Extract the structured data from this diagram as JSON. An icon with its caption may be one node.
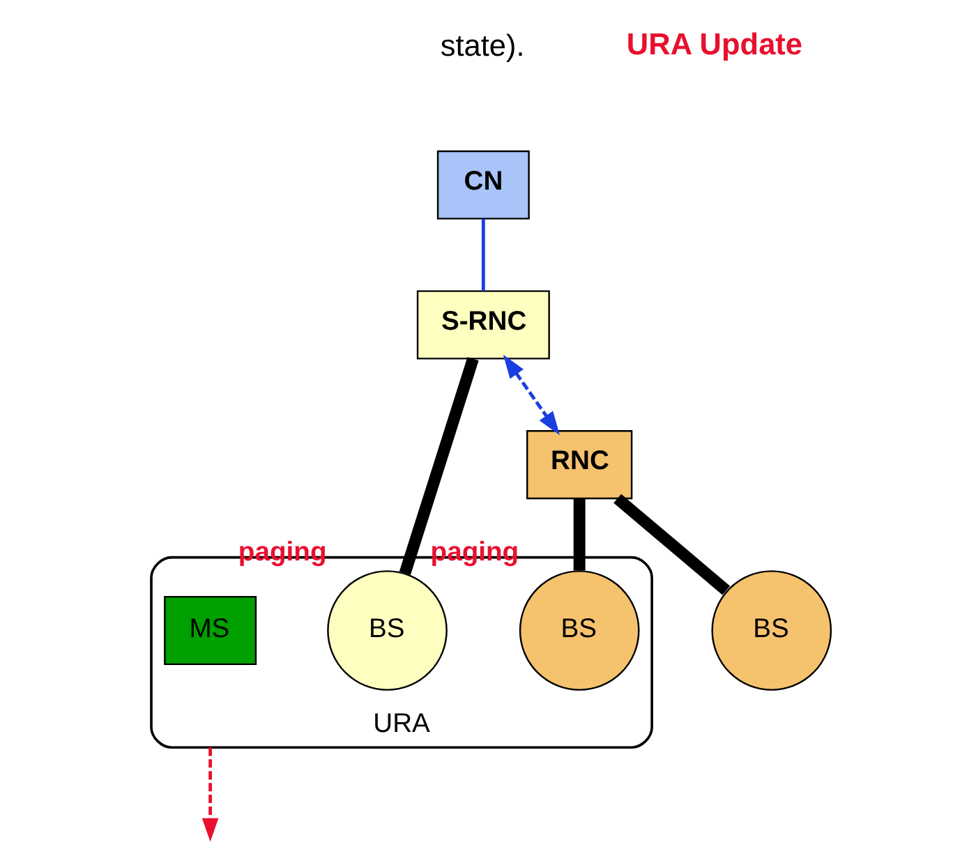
{
  "diagram": {
    "nodes": [
      {
        "text": [
          "CN"
        ]
      },
      {
        "text": [
          "S-RNC"
        ]
      },
      {
        "text": [
          "RNC"
        ]
      },
      {
        "text": [
          "URA"
        ]
      },
      {
        "text": [
          "BS"
        ],
        "in": 3,
        "beside": [
          "paging"
        ]
      },
      {
        "text": [
          "BS"
        ],
        "in": 3,
        "beside": [
          "paging"
        ]
      },
      {
        "text": [
          "BS"
        ]
      },
      {
        "text": [
          "MS"
        ],
        "in": 3
      }
    ],
    "edges": [
      {
        "from": 0,
        "to": 1,
        "arrow": "none",
        "color": "#1a3fe0"
      },
      {
        "from": 1,
        "to": 2,
        "arrow": "both",
        "style": "dashed",
        "color": "#1a3fe0"
      },
      {
        "from": 1,
        "to": 4,
        "arrow": "none",
        "style": "thick"
      },
      {
        "from": 2,
        "to": 5,
        "arrow": "none",
        "style": "thick"
      },
      {
        "from": 2,
        "to": 6,
        "arrow": "none",
        "style": "thick"
      },
      {
        "from": 3,
        "to": null,
        "arrow": "to",
        "style": "dashed",
        "color": "#e8102e"
      }
    ],
    "labels": [
      "state).",
      "URA Update"
    ]
  }
}
